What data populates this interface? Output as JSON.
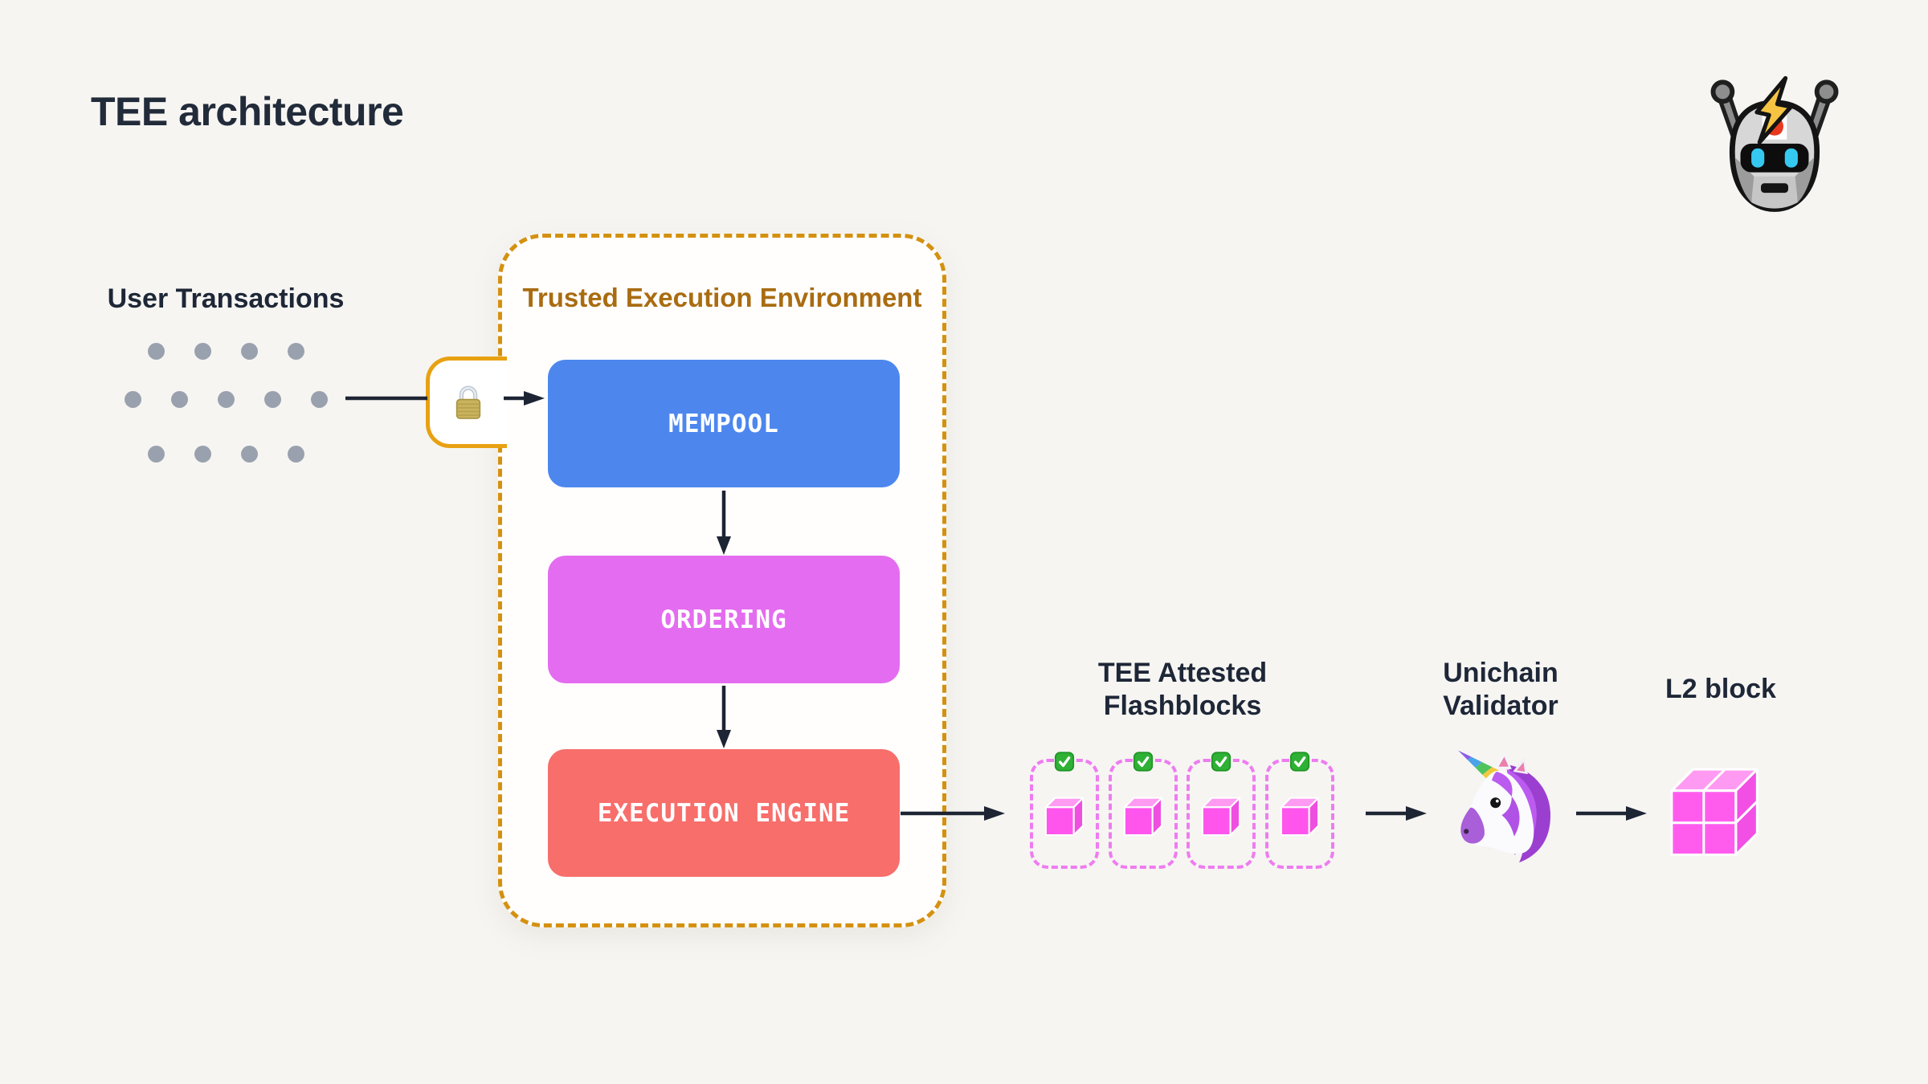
{
  "header": {
    "title": "TEE architecture"
  },
  "logo": {
    "icon": "robot-with-lightning-bolt"
  },
  "user_transactions": {
    "label": "User Transactions",
    "dot_rows": [
      4,
      5,
      4
    ],
    "dot_color": "#9aa1ae"
  },
  "tee": {
    "title": "Trusted Execution Environment",
    "border_color": "#d49110",
    "title_color": "#a96c11",
    "entry_icon": "locked-padlock",
    "stages": [
      {
        "label": "MEMPOOL",
        "color": "#4d87ee"
      },
      {
        "label": "ORDERING",
        "color": "#e46cf0"
      },
      {
        "label": "EXECUTION ENGINE",
        "color": "#f76e6b"
      }
    ]
  },
  "flashblocks": {
    "label_line1": "TEE Attested",
    "label_line2": "Flashblocks",
    "count": 4,
    "border_color": "#ee7cf0",
    "check_icon": "green-checkmark",
    "check_color": "#2eb135",
    "cube_icon": "pink-cube",
    "cube_color": "#ff55ec"
  },
  "validator": {
    "label_line1": "Unichain",
    "label_line2": "Validator",
    "icon": "unicorn"
  },
  "l2_block": {
    "label": "L2 block",
    "icon": "pink-2x2-cube",
    "color": "#ff5cee"
  },
  "style": {
    "background": "#f6f5f2",
    "arrow_color": "#1d2433",
    "text_color": "#1e2737"
  }
}
